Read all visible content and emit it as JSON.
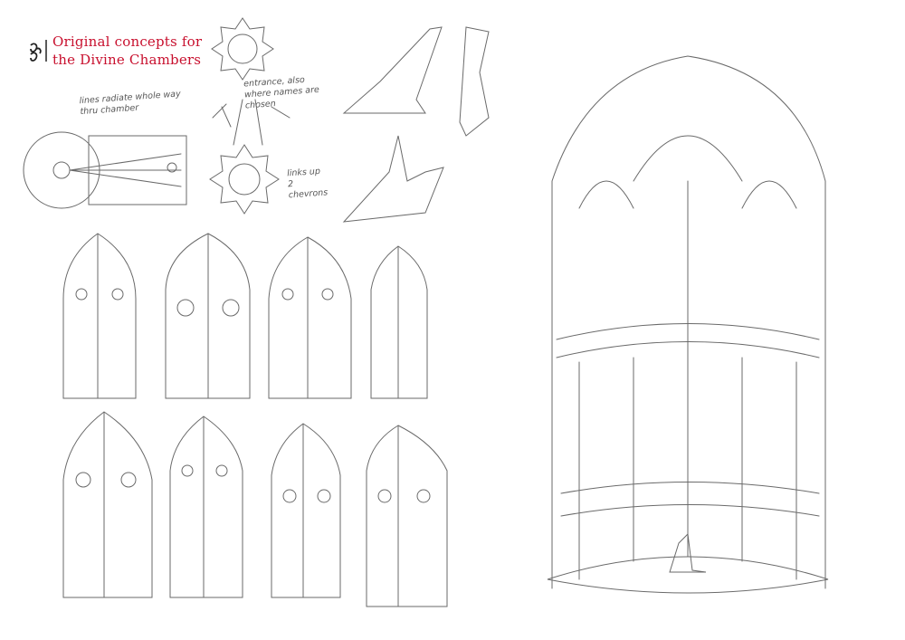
{
  "title": {
    "line1": "Original concepts for",
    "line2": "the Divine Chambers"
  },
  "notes": {
    "radiate": "lines radiate whole way thru chamber",
    "entrance": "entrance, also where names are chosen",
    "links": "links up 2 chevrons"
  },
  "colors": {
    "accent": "#c8102e",
    "pencil": "#6a6a6a"
  }
}
